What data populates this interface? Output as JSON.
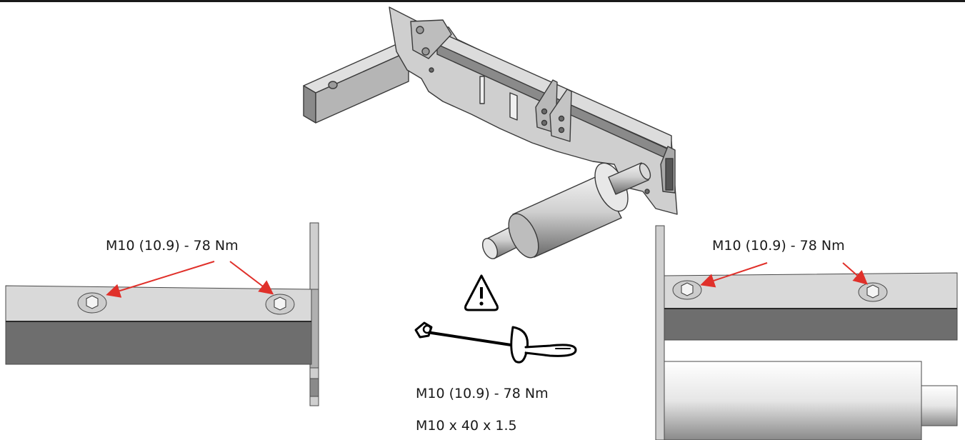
{
  "callouts": {
    "left_torque": "M10 (10.9) - 78 Nm",
    "right_torque": "M10 (10.9) - 78 Nm",
    "center_torque": "M10 (10.9) - 78 Nm",
    "bolt_spec": "M10 x 40 x 1.5"
  },
  "icons": {
    "warning": "warning-triangle-icon",
    "tool": "torque-wrench-icon"
  },
  "colors": {
    "arrow": "#e0302a",
    "metal_light": "#d2d2d2",
    "metal_dark": "#6e6e6e",
    "outline": "#3a3a3a"
  }
}
